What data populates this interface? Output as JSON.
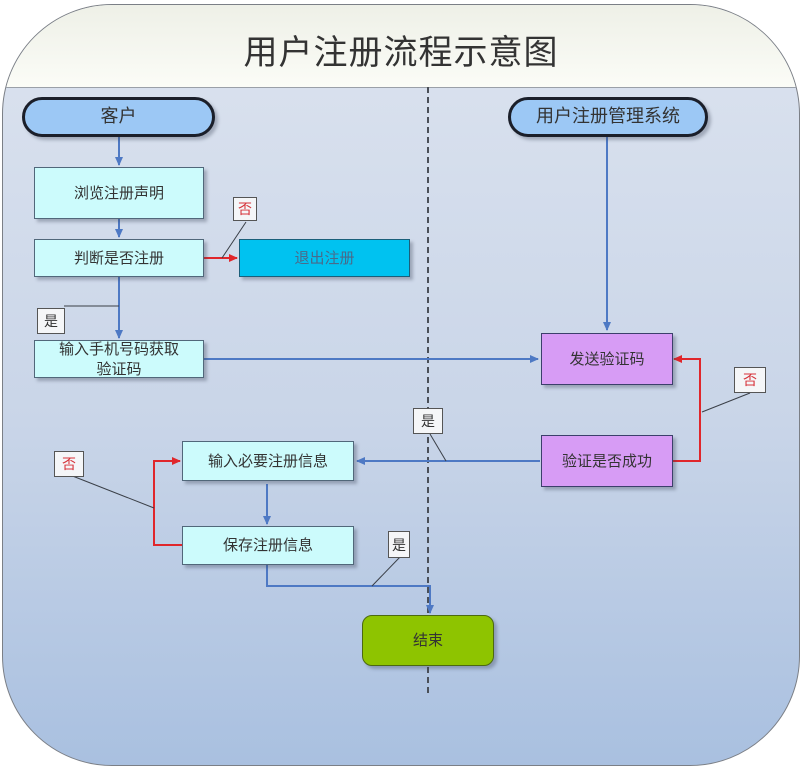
{
  "title": "用户注册流程示意图",
  "lanes": {
    "left": "客户",
    "right": "用户注册管理系统"
  },
  "nodes": {
    "browse": "浏览注册声明",
    "judge": "判断是否注册",
    "exit": "退出注册",
    "input_phone": "输入手机号码获取验证码",
    "input_phone_line1": "输入手机号码获取",
    "input_phone_line2": "验证码",
    "send_code": "发送验证码",
    "verify": "验证是否成功",
    "input_info": "输入必要注册信息",
    "save_info": "保存注册信息",
    "end": "结束"
  },
  "labels": {
    "no_exit": "否",
    "yes_phone": "是",
    "no_resend": "否",
    "yes_verify": "是",
    "no_save": "否",
    "yes_save": "是"
  },
  "colors": {
    "flow_line": "#4e79c4",
    "no_line": "#e0262b",
    "terminal": "#9cc8f5",
    "process": "#ccfbfc",
    "exit": "#00c2f0",
    "system": "#d79cf5",
    "end": "#8ec400"
  }
}
